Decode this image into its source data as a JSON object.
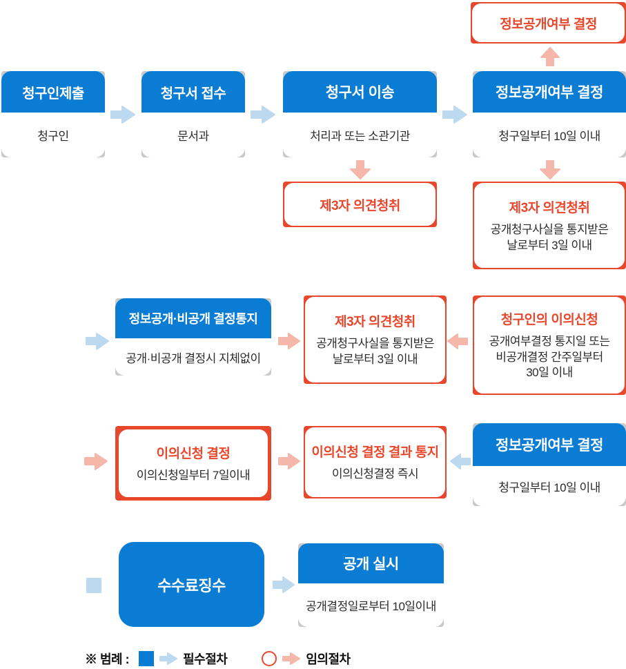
{
  "colors": {
    "blue": "#0a7cd4",
    "red": "#e8472c",
    "light_blue_arrow": "#bdd9ef",
    "pink_arrow": "#f5b7aa",
    "gray_backing": "#c9c9c9",
    "body_text": "#2b2b2b"
  },
  "top_optional": {
    "title": "정보공개여부 결정"
  },
  "row1": [
    {
      "title": "청구인제출",
      "body": "청구인"
    },
    {
      "title": "청구서 접수",
      "body": "문서과"
    },
    {
      "title": "청구서 이송",
      "body": "처리과 또는 소관기관"
    },
    {
      "title": "정보공개여부 결정",
      "body": "청구일부터 10일 이내"
    }
  ],
  "optional_row": [
    {
      "title": "제3자 의견청취"
    },
    {
      "title": "제3자 의견청취",
      "body": "공개청구사실을 통지받은\n날로부터 3일 이내"
    }
  ],
  "row2": [
    {
      "title": "정보공개·비공개 결정통지",
      "body": "공개·비공개 결정시 지체없이"
    },
    {
      "title": "제3자 의견청취",
      "body": "공개청구사실을 통지받은\n날로부터 3일 이내"
    },
    {
      "title": "청구인의 이의신청",
      "body": "공개여부결정 통지일 또는\n비공개결정 간주일부터\n30일 이내"
    }
  ],
  "row3": [
    {
      "title": "이의신청 결정",
      "body": "이의신청일부터 7일이내"
    },
    {
      "title": "이의신청 결정 결과 통지",
      "body": "이의신청결정 즉시"
    },
    {
      "title": "정보공개여부 결정",
      "body": "청구일부터 10일 이내"
    }
  ],
  "row4": [
    {
      "title": "수수료징수"
    },
    {
      "title": "공개 실시",
      "body": "공개결정일로부터 10일이내"
    }
  ],
  "legend": {
    "label": "※ 범례 :",
    "mandatory": "필수절차",
    "optional": "임의절차"
  }
}
